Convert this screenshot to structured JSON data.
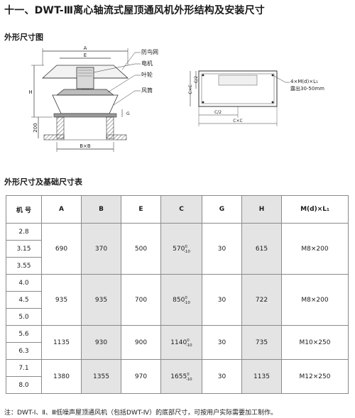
{
  "page_title": "十一、DWT-Ⅲ离心轴流式屋顶通风机外形结构及安装尺寸",
  "section_outline": "外形尺寸图",
  "section_table": "外形尺寸及基础尺寸表",
  "figure_left": {
    "labels": {
      "A": "A",
      "E": "E",
      "H": "H",
      "G": "G",
      "dim200": "200",
      "BxB": "B×B",
      "screen": "防鸟网",
      "motor": "电机",
      "impeller": "叶轮",
      "duct": "风筒"
    }
  },
  "figure_right": {
    "labels": {
      "c_half_v": "C/2",
      "cxc_v": "C×C",
      "c_half_h": "C/2",
      "cxc_h": "C×C",
      "bolt": "4×M(d)×L₁",
      "exposed": "露出30-50mm"
    }
  },
  "table": {
    "headers": [
      "机 号",
      "A",
      "B",
      "E",
      "C",
      "G",
      "H",
      "M(d)×L₁"
    ],
    "groups": [
      {
        "models": [
          "2.8",
          "3.15",
          "3.55"
        ],
        "A": "690",
        "B": "370",
        "E": "500",
        "C": "570",
        "C_sup": "0",
        "C_sub": "-10",
        "G": "30",
        "H": "615",
        "M": "M8×200"
      },
      {
        "models": [
          "4.0",
          "4.5",
          "5.0"
        ],
        "A": "935",
        "B": "935",
        "E": "700",
        "C": "850",
        "C_sup": "0",
        "C_sub": "-10",
        "G": "30",
        "H": "722",
        "M": "M8×200"
      },
      {
        "models": [
          "5.6",
          "6.3"
        ],
        "A": "1135",
        "B": "930",
        "E": "900",
        "C": "1140",
        "C_sup": "0",
        "C_sub": "-10",
        "G": "30",
        "H": "735",
        "M": "M10×250"
      },
      {
        "models": [
          "7.1",
          "8.0"
        ],
        "A": "1380",
        "B": "1355",
        "E": "970",
        "C": "1655",
        "C_sup": "0",
        "C_sub": "-10",
        "G": "30",
        "H": "1135",
        "M": "M12×250"
      }
    ]
  },
  "footnote": "注：DWT-Ⅰ、Ⅱ、Ⅲ低噪声屋顶通风机（包括DWT-Ⅳ）的底部尺寸，可按用户实际需要加工制作。"
}
